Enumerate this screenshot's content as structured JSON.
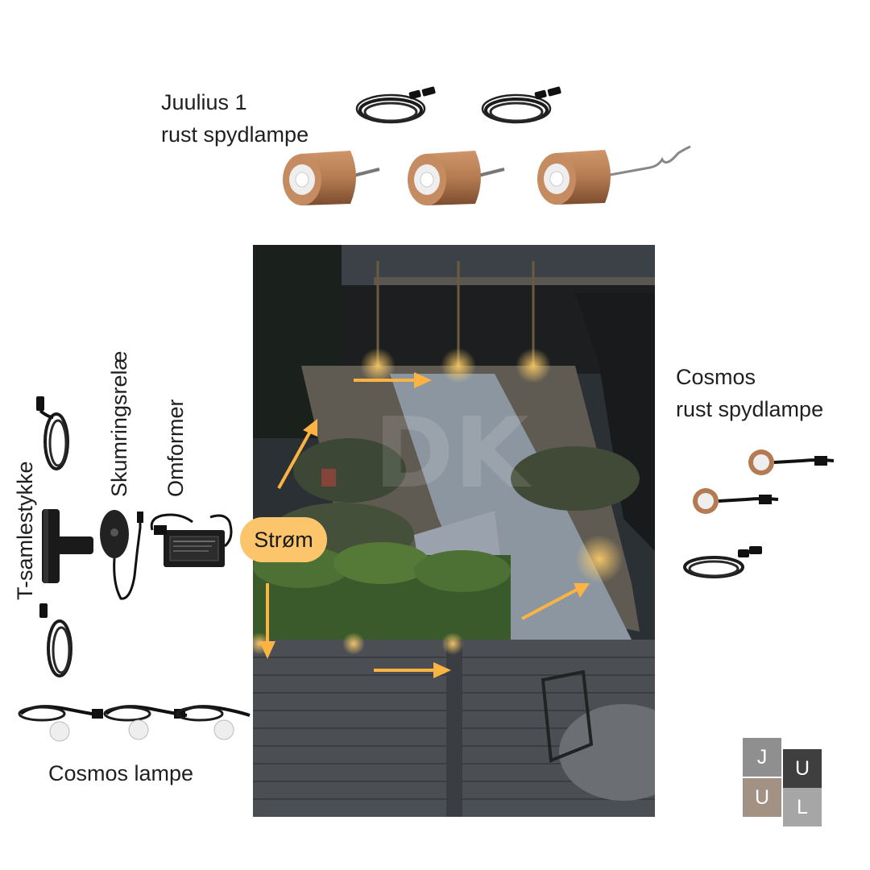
{
  "labels": {
    "juulius_line1": "Juulius 1",
    "juulius_line2": "rust spydlampe",
    "cosmos_rust_line1": "Cosmos",
    "cosmos_rust_line2": "rust spydlampe",
    "t_samlestykke": "T-samlestykke",
    "skumringsrelae": "Skumringsrelæ",
    "omformer": "Omformer",
    "cosmos_lampe": "Cosmos lampe",
    "strom": "Strøm"
  },
  "logo": {
    "letters": [
      "J",
      "U",
      "U",
      "L"
    ],
    "colors": [
      "#8f8f8f",
      "#3f3f3f",
      "#a39184",
      "#a6a6a6"
    ]
  },
  "colors": {
    "accent_arrow": "#fbb443",
    "bubble": "#fcc56b",
    "copper": "#b47b52"
  },
  "icons": [
    "cable-icon",
    "spike-lamp-icon",
    "t-connector-icon",
    "dusk-relay-icon",
    "transformer-icon",
    "cosmos-lamp-icon",
    "garden-photo"
  ]
}
